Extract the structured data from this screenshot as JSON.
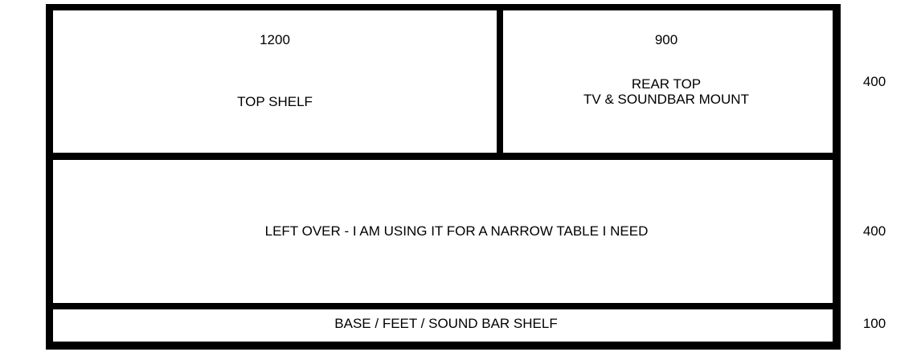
{
  "sections": {
    "top_shelf": {
      "dimension": "1200",
      "label": "TOP SHELF"
    },
    "rear_top": {
      "dimension": "900",
      "label_line1": "REAR TOP",
      "label_line2": "TV & SOUNDBAR MOUNT"
    },
    "left_over": {
      "label": "LEFT OVER - I AM USING IT FOR A NARROW TABLE I NEED"
    },
    "base": {
      "label": "BASE / FEET / SOUND BAR SHELF"
    }
  },
  "row_heights": {
    "top": "400",
    "middle": "400",
    "bottom": "100"
  }
}
